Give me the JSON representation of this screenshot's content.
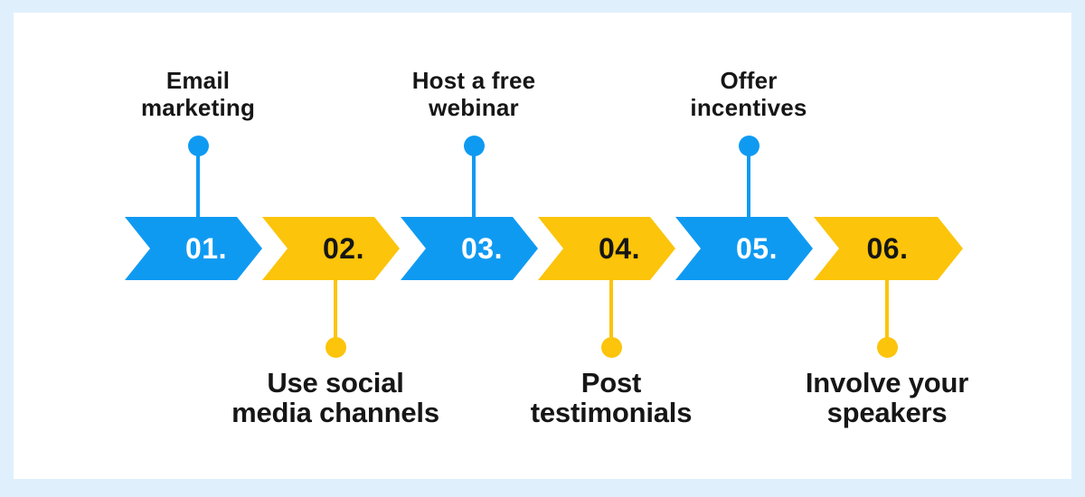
{
  "colors": {
    "background": "#DFF0FC",
    "card": "#FFFFFF",
    "blue": "#0F9AF2",
    "yellow": "#FCC40A",
    "text_dark": "#161616",
    "number_on_blue": "#FFFFFF",
    "number_on_yellow": "#161616"
  },
  "diagram": {
    "type": "horizontal-chevron-timeline",
    "steps": [
      {
        "number": "01.",
        "color": "blue",
        "label": "Email marketing",
        "label_lines": [
          "Email",
          "marketing"
        ],
        "label_position": "top"
      },
      {
        "number": "02.",
        "color": "yellow",
        "label": "Use social media channels",
        "label_lines": [
          "Use social",
          "media channels"
        ],
        "label_position": "bottom"
      },
      {
        "number": "03.",
        "color": "blue",
        "label": "Host a free webinar",
        "label_lines": [
          "Host a free",
          "webinar"
        ],
        "label_position": "top"
      },
      {
        "number": "04.",
        "color": "yellow",
        "label": "Post testimonials",
        "label_lines": [
          "Post",
          "testimonials"
        ],
        "label_position": "bottom"
      },
      {
        "number": "05.",
        "color": "blue",
        "label": "Offer incentives",
        "label_lines": [
          "Offer",
          "incentives"
        ],
        "label_position": "top"
      },
      {
        "number": "06.",
        "color": "yellow",
        "label": "Involve your speakers",
        "label_lines": [
          "Involve your",
          "speakers"
        ],
        "label_position": "bottom"
      }
    ]
  }
}
